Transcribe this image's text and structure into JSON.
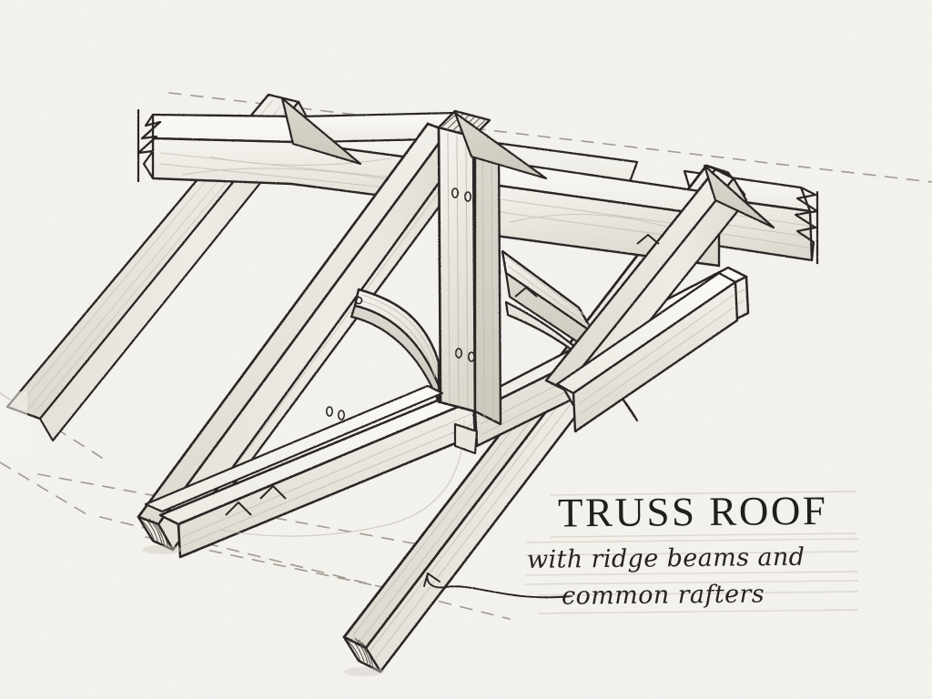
{
  "page": {
    "background_color": "#f4f2ed",
    "ink_color": "#262320",
    "timber_fill": "#f2f0ea",
    "timber_shade": "#dedcd4",
    "grain_color": "#c9c6bd",
    "dashed_guide_color": "#9a978e",
    "rule_line_color": "#d9d6cd",
    "medium": "hand-drawn pencil and ink architectural sketch"
  },
  "drawing": {
    "subject": "timber truss roof frame",
    "projection": "isometric / axonometric",
    "elements": [
      {
        "name": "principal-rafter-left",
        "label": "principal rafter (left)"
      },
      {
        "name": "principal-rafter-right",
        "label": "principal rafter (right)"
      },
      {
        "name": "ridge-beam-left",
        "label": "ridge beam (left, broken off)"
      },
      {
        "name": "ridge-beam-right",
        "label": "ridge beam (right, broken off)"
      },
      {
        "name": "tie-beam",
        "label": "tie beam"
      },
      {
        "name": "king-post",
        "label": "king post"
      },
      {
        "name": "curved-brace",
        "label": "curved brace"
      },
      {
        "name": "strut",
        "label": "strut"
      },
      {
        "name": "common-rafter-front",
        "label": "common rafter (front)"
      },
      {
        "name": "common-rafter-back",
        "label": "common rafter (back)"
      },
      {
        "name": "wall-plate",
        "label": "wall plate"
      },
      {
        "name": "peg-holes",
        "label": "draw-bored peg holes"
      },
      {
        "name": "end-grain-hatching",
        "label": "sawn end grain hatching"
      },
      {
        "name": "break-symbol",
        "label": "jagged break symbol"
      },
      {
        "name": "construction-dashed-lines",
        "label": "dashed construction / alignment lines"
      }
    ]
  },
  "caption": {
    "title": "TRUSS ROOF",
    "subtitle_line_1": "with ridge beams and",
    "subtitle_line_2": "common rafters",
    "leader": "curved leader line with arrowhead pointing to the front common rafter"
  }
}
